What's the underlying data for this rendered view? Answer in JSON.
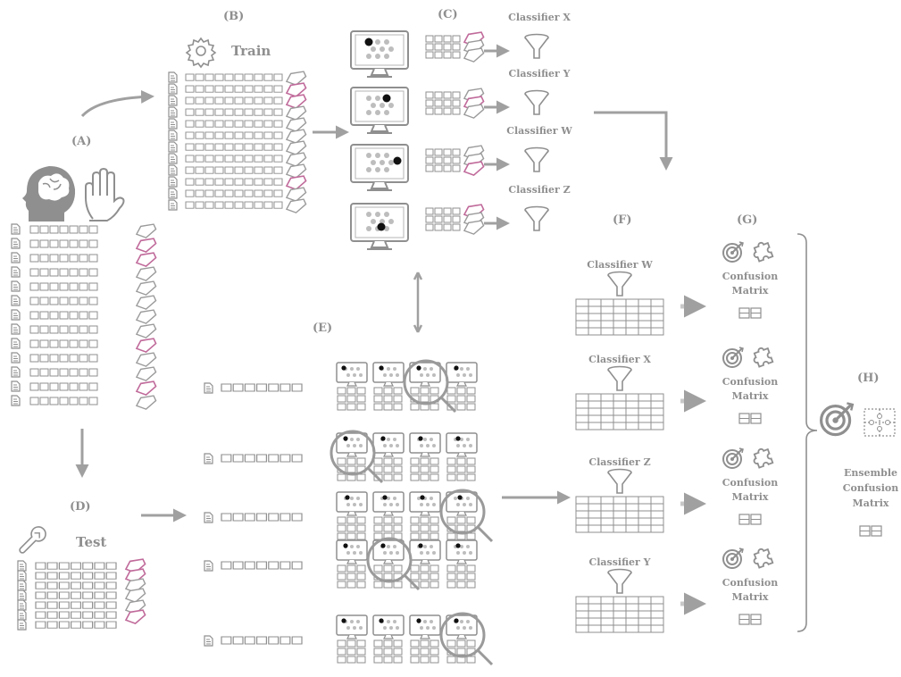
{
  "labels": {
    "a": "(A)",
    "b": "(B)",
    "c": "(C)",
    "d": "(D)",
    "e": "(E)",
    "f": "(F)",
    "g": "(G)",
    "h": "(H)"
  },
  "train_title": "Train",
  "test_title": "Test",
  "stage_c_classifiers": [
    "Classifier X",
    "Classifier Y",
    "Classifier W",
    "Classifier Z"
  ],
  "stage_f_classifiers": [
    "Classifier W",
    "Classifier X",
    "Classifier Z",
    "Classifier Y"
  ],
  "confusion": {
    "line1": "Confusion",
    "line2": "Matrix"
  },
  "ensemble": {
    "line1": "Ensemble",
    "line2": "Confusion",
    "line3": "Matrix"
  },
  "colors": {
    "gray": "#8f8f8f",
    "pink": "#c06a9a",
    "light": "#bdbdbd"
  },
  "icons": [
    "brain-head-icon",
    "hand-icon",
    "gear-icon",
    "wrench-icon",
    "monitor-icon",
    "funnel-icon",
    "target-icon",
    "puzzle-icon",
    "magnifier-icon",
    "document-icon",
    "tag-icon"
  ]
}
